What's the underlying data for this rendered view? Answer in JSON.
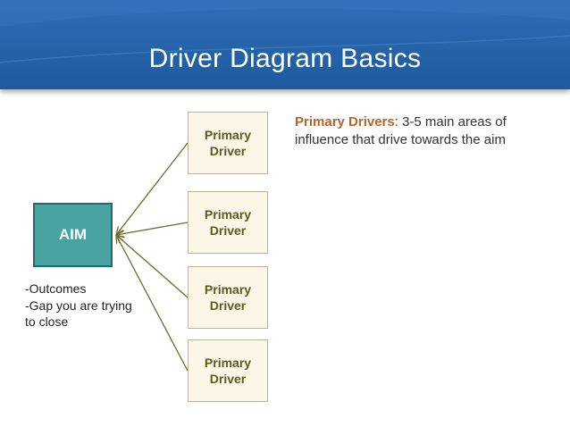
{
  "slide": {
    "title": "Driver Diagram Basics"
  },
  "aim": {
    "label": "AIM",
    "notes": [
      "-Outcomes",
      "-Gap you are trying",
      "to close"
    ]
  },
  "drivers": [
    {
      "label": "Primary Driver"
    },
    {
      "label": "Primary Driver"
    },
    {
      "label": "Primary Driver"
    },
    {
      "label": "Primary Driver"
    }
  ],
  "note": {
    "title": "Primary Drivers",
    "separator": ":",
    "text": " 3-5 main areas of influence that drive towards the aim"
  },
  "colors": {
    "header": "#2462a8",
    "aim_fill": "#4aa3a3",
    "driver_fill": "#fbf6e6",
    "connector": "#6b6b2e",
    "note_title": "#b5622b"
  }
}
